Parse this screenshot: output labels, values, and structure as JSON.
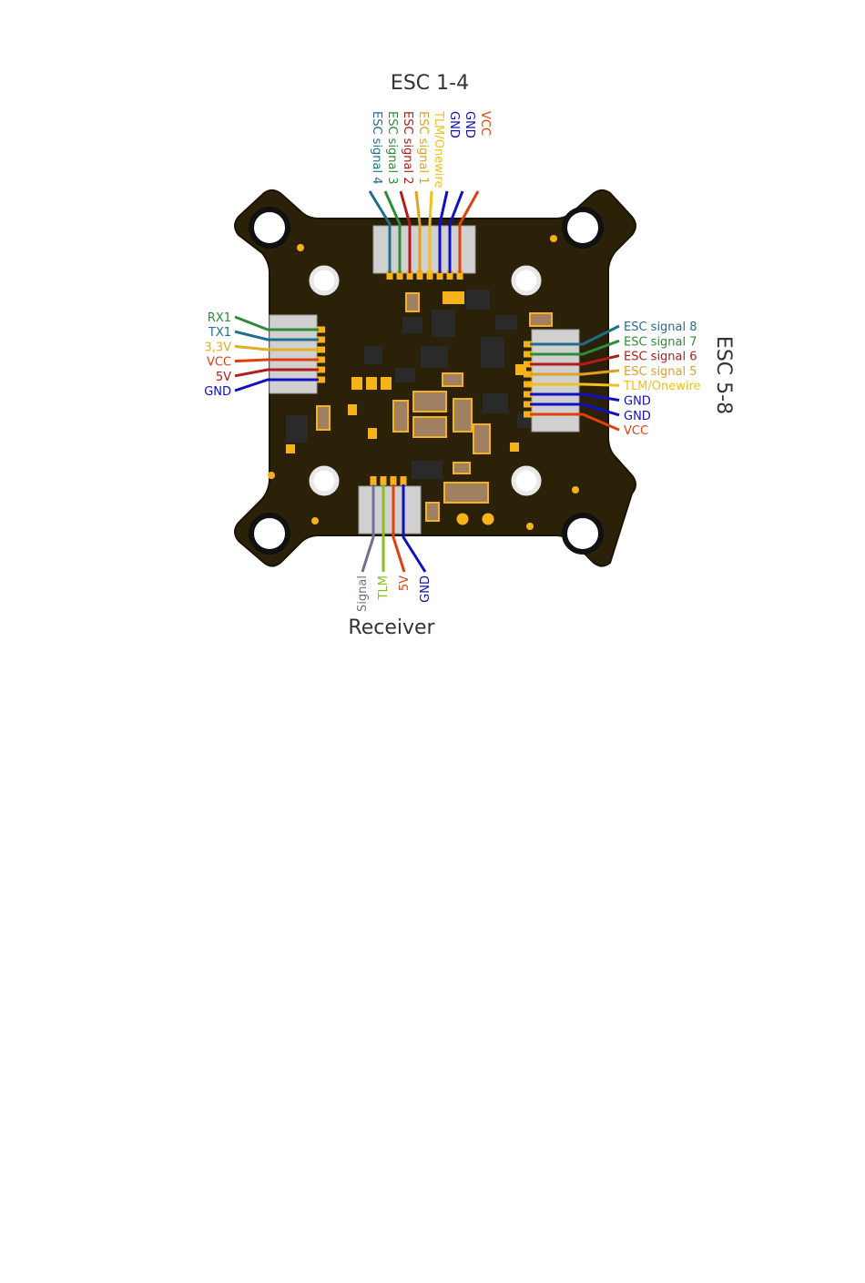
{
  "titles": {
    "top": "ESC 1-4",
    "right": "ESC 5-8",
    "bottom": "Receiver"
  },
  "colors": {
    "board": "#2b2108",
    "pad": "#f6b21a",
    "connector": "#d0d0d0",
    "component": "#2a2a2a"
  },
  "connectors": {
    "top": [
      {
        "label": "ESC signal 4",
        "color": "#1f6f8b"
      },
      {
        "label": "ESC signal 3",
        "color": "#2e8b3a"
      },
      {
        "label": "ESC signal 2",
        "color": "#b01c1c"
      },
      {
        "label": "ESC signal 1",
        "color": "#e0a020"
      },
      {
        "label": "TLM/Onewire",
        "color": "#f0c020"
      },
      {
        "label": "GND",
        "color": "#1010c0"
      },
      {
        "label": "GND",
        "color": "#1010c0"
      },
      {
        "label": "VCC",
        "color": "#e04010"
      }
    ],
    "left": [
      {
        "label": "RX1",
        "color": "#2e8b3a"
      },
      {
        "label": "TX1",
        "color": "#1f6f8b"
      },
      {
        "label": "3,3V",
        "color": "#e0b020"
      },
      {
        "label": "VCC",
        "color": "#e04010"
      },
      {
        "label": "5V",
        "color": "#b01c1c"
      },
      {
        "label": "GND",
        "color": "#1010c0"
      }
    ],
    "right": [
      {
        "label": "ESC signal 8",
        "color": "#1f6f8b"
      },
      {
        "label": "ESC signal 7",
        "color": "#2e8b3a"
      },
      {
        "label": "ESC signal 6",
        "color": "#b01c1c"
      },
      {
        "label": "ESC signal 5",
        "color": "#e0a020"
      },
      {
        "label": "TLM/Onewire",
        "color": "#f0c020"
      },
      {
        "label": "GND",
        "color": "#1010c0"
      },
      {
        "label": "GND",
        "color": "#1010c0"
      },
      {
        "label": "VCC",
        "color": "#e04010"
      }
    ],
    "bottom": [
      {
        "label": "Signal",
        "color": "#707090"
      },
      {
        "label": "TLM",
        "color": "#8bbf20"
      },
      {
        "label": "5V",
        "color": "#e04010"
      },
      {
        "label": "GND",
        "color": "#1010c0"
      }
    ]
  }
}
